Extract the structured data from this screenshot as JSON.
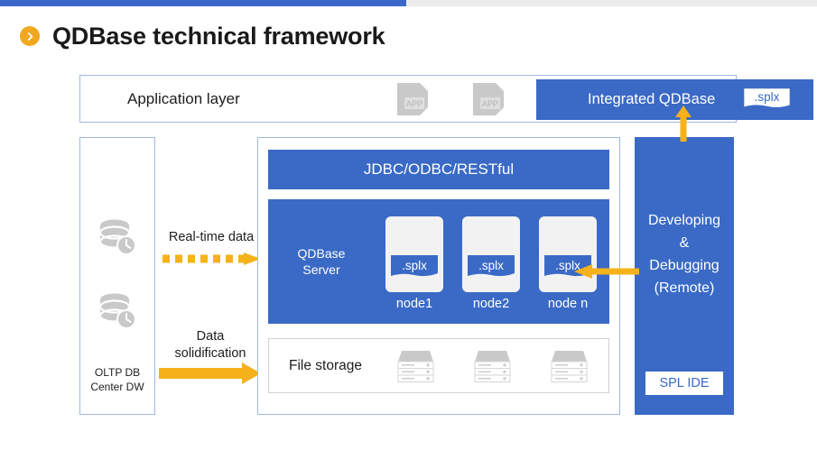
{
  "header": {
    "title": "QDBase technical framework",
    "bullet_icon": "chevron-right-circle-icon",
    "accent_color": "#f0a81e",
    "progress_color": "#3a68c8",
    "progress_track_color": "#ececec"
  },
  "theme": {
    "blue": "#3a6ac6",
    "orange": "#f5b21a",
    "panel_border": "#9fb8e3",
    "gray_icon": "#c9c9c9",
    "node_bg": "#f2f2f2"
  },
  "application_layer": {
    "label": "Application layer",
    "app_icons": [
      {
        "name": "app-document-icon",
        "label": "APP"
      },
      {
        "name": "app-document-icon",
        "label": "APP"
      }
    ],
    "integrated": {
      "label": "Integrated QDBase",
      "badge": ".splx"
    }
  },
  "data_sources": {
    "caption_line1": "OLTP DB",
    "caption_line2": "Center DW",
    "icons": [
      {
        "name": "database-clock-icon"
      },
      {
        "name": "database-clock-icon"
      }
    ]
  },
  "flows": {
    "realtime": {
      "label": "Real-time data",
      "style": "dashed",
      "direction": "right",
      "color": "#f5b21a"
    },
    "solidification": {
      "label": "Data\nsolidification",
      "style": "solid",
      "direction": "right",
      "color": "#f5b21a"
    },
    "deploy_up": {
      "direction": "up",
      "color": "#f5b21a"
    },
    "debug_left": {
      "direction": "left",
      "color": "#f5b21a"
    }
  },
  "server_panel": {
    "interface_bar": "JDBC/ODBC/RESTful",
    "server_label_line1": "QDBase",
    "server_label_line2": "Server",
    "nodes": [
      {
        "label": "node1",
        "badge": ".splx"
      },
      {
        "label": "node2",
        "badge": ".splx"
      },
      {
        "label": "node n",
        "badge": ".splx"
      }
    ],
    "file_storage": {
      "label": "File storage",
      "icons": [
        {
          "name": "server-rack-icon"
        },
        {
          "name": "server-rack-icon"
        },
        {
          "name": "server-rack-icon"
        }
      ]
    }
  },
  "ide_panel": {
    "title": "Developing\n&\nDebugging\n(Remote)",
    "button_label": "SPL IDE"
  }
}
